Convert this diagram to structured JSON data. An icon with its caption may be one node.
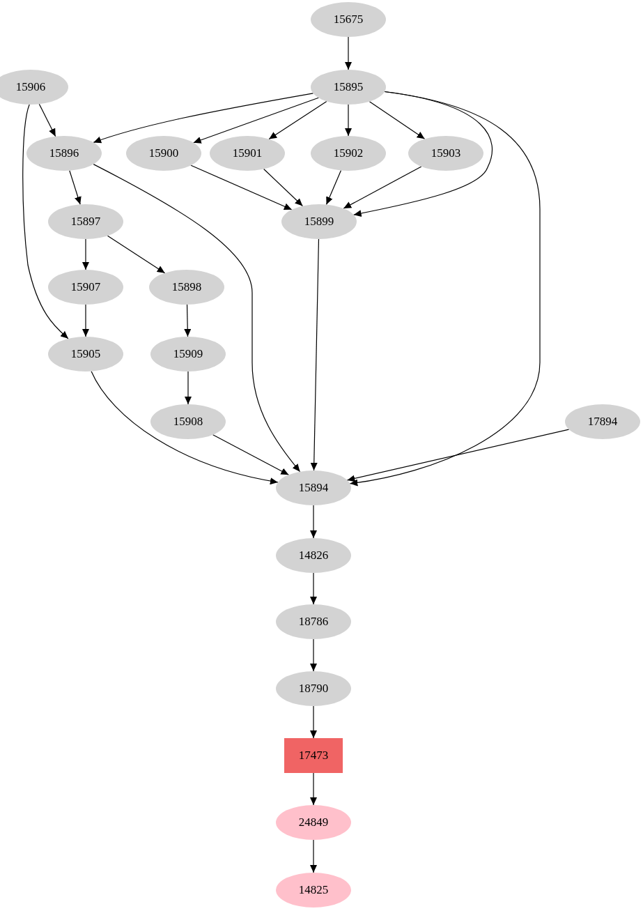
{
  "diagram": {
    "nodes": [
      {
        "text": [
          "15675"
        ]
      },
      {
        "text": [
          "15906"
        ]
      },
      {
        "text": [
          "15895"
        ]
      },
      {
        "text": [
          "15896"
        ]
      },
      {
        "text": [
          "15900"
        ]
      },
      {
        "text": [
          "15901"
        ]
      },
      {
        "text": [
          "15902"
        ]
      },
      {
        "text": [
          "15903"
        ]
      },
      {
        "text": [
          "15897"
        ]
      },
      {
        "text": [
          "15899"
        ]
      },
      {
        "text": [
          "15907"
        ]
      },
      {
        "text": [
          "15898"
        ]
      },
      {
        "text": [
          "15905"
        ]
      },
      {
        "text": [
          "15909"
        ]
      },
      {
        "text": [
          "15908"
        ]
      },
      {
        "text": [
          "17894"
        ]
      },
      {
        "text": [
          "15894"
        ]
      },
      {
        "text": [
          "14826"
        ]
      },
      {
        "text": [
          "18786"
        ]
      },
      {
        "text": [
          "18790"
        ]
      },
      {
        "text": [
          "17473"
        ]
      },
      {
        "text": [
          "24849"
        ]
      },
      {
        "text": [
          "14825"
        ]
      }
    ],
    "edges": [
      {
        "from": 0,
        "to": 2,
        "arrow": "to"
      },
      {
        "from": 2,
        "to": 3,
        "arrow": "to"
      },
      {
        "from": 2,
        "to": 4,
        "arrow": "to"
      },
      {
        "from": 2,
        "to": 5,
        "arrow": "to"
      },
      {
        "from": 2,
        "to": 6,
        "arrow": "to"
      },
      {
        "from": 2,
        "to": 7,
        "arrow": "to"
      },
      {
        "from": 2,
        "to": 9,
        "arrow": "to"
      },
      {
        "from": 2,
        "to": 16,
        "arrow": "to"
      },
      {
        "from": 1,
        "to": 3,
        "arrow": "to"
      },
      {
        "from": 1,
        "to": 12,
        "arrow": "to"
      },
      {
        "from": 3,
        "to": 8,
        "arrow": "to"
      },
      {
        "from": 3,
        "to": 16,
        "arrow": "to"
      },
      {
        "from": 4,
        "to": 9,
        "arrow": "to"
      },
      {
        "from": 5,
        "to": 9,
        "arrow": "to"
      },
      {
        "from": 6,
        "to": 9,
        "arrow": "to"
      },
      {
        "from": 7,
        "to": 9,
        "arrow": "to"
      },
      {
        "from": 8,
        "to": 10,
        "arrow": "to"
      },
      {
        "from": 8,
        "to": 11,
        "arrow": "to"
      },
      {
        "from": 9,
        "to": 16,
        "arrow": "to"
      },
      {
        "from": 10,
        "to": 12,
        "arrow": "to"
      },
      {
        "from": 11,
        "to": 13,
        "arrow": "to"
      },
      {
        "from": 13,
        "to": 14,
        "arrow": "to"
      },
      {
        "from": 12,
        "to": 16,
        "arrow": "to"
      },
      {
        "from": 14,
        "to": 16,
        "arrow": "to"
      },
      {
        "from": 15,
        "to": 16,
        "arrow": "to"
      },
      {
        "from": 16,
        "to": 17,
        "arrow": "to"
      },
      {
        "from": 17,
        "to": 18,
        "arrow": "to"
      },
      {
        "from": 18,
        "to": 19,
        "arrow": "to"
      },
      {
        "from": 19,
        "to": 20,
        "arrow": "to"
      },
      {
        "from": 20,
        "to": 21,
        "arrow": "to"
      },
      {
        "from": 21,
        "to": 22,
        "arrow": "to"
      }
    ]
  }
}
